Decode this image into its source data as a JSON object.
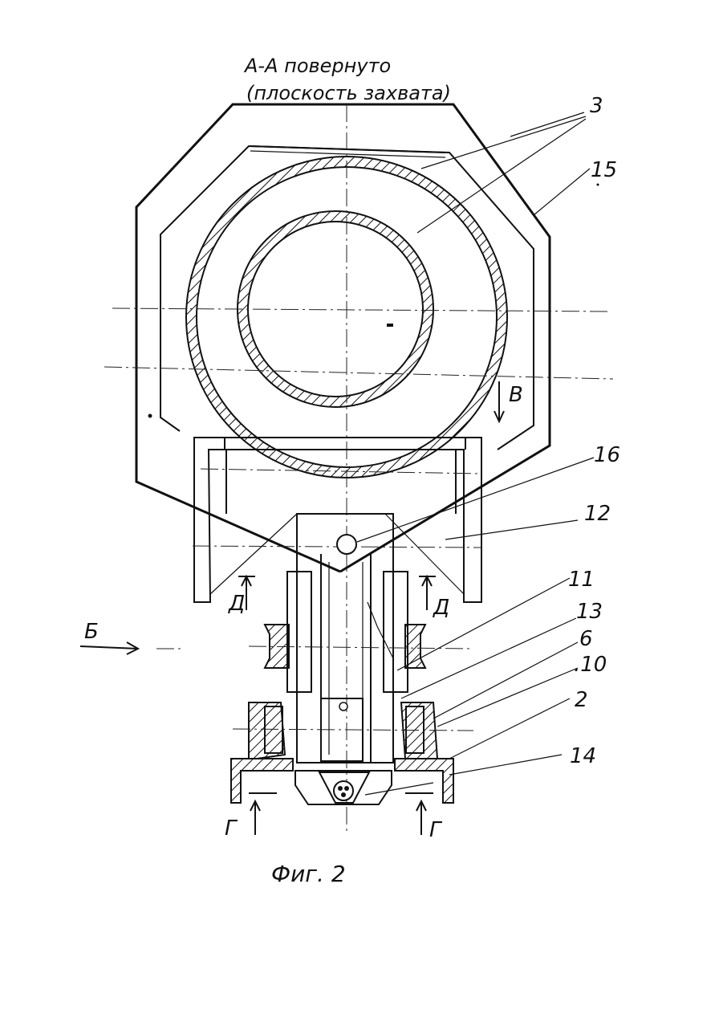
{
  "title": {
    "line1": "А-А повернуто",
    "line2": "(плоскость захвата)"
  },
  "caption": "Фиг. 2",
  "labels": {
    "l3": "3",
    "l15": "15",
    "l16": "16",
    "l12": "12",
    "l11": "11",
    "l13": "13",
    "l6": "6",
    "l10": ".10",
    "l2": "2",
    "l14": "14",
    "lB": "В",
    "lD_left": "Д",
    "lD_right": "Д",
    "lG_left": "Г",
    "lG_right": "Г",
    "lBe": "Б"
  }
}
